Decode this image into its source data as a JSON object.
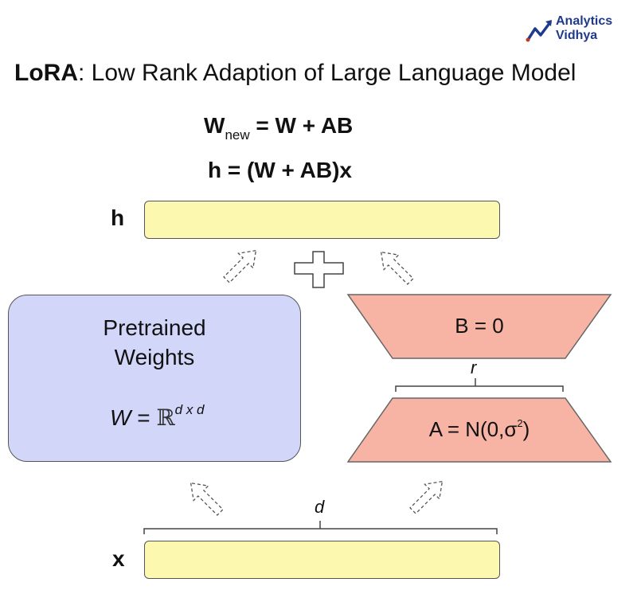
{
  "logo": {
    "line1": "Analytics",
    "line2": "Vidhya",
    "icon": "trend-arrow-icon",
    "color": "#1f3a8a"
  },
  "title": {
    "bold": "LoRA",
    "rest": ": Low Rank Adaption of Large Language Model"
  },
  "equations": {
    "eq1_lhs": "W",
    "eq1_sub": "new",
    "eq1_rhs": " = W + AB",
    "eq2": "h = (W + AB)x"
  },
  "labels": {
    "h": "h",
    "x": "x",
    "r": "r",
    "d": "d"
  },
  "weights_box": {
    "line1": "Pretrained",
    "line2": "Weights",
    "formula_w": "W",
    "formula_eq": " = ",
    "formula_r": "ℝ",
    "formula_sup": "d x d",
    "color": "#d2d7fa"
  },
  "matrix_b": {
    "label": "B = 0",
    "color": "#f7b3a3"
  },
  "matrix_a": {
    "label_main": "A = N(0,σ",
    "label_sup": "2",
    "label_end": ")",
    "color": "#f7b3a3"
  },
  "bars": {
    "color": "#fdf8b0"
  },
  "plus": "plus-icon"
}
